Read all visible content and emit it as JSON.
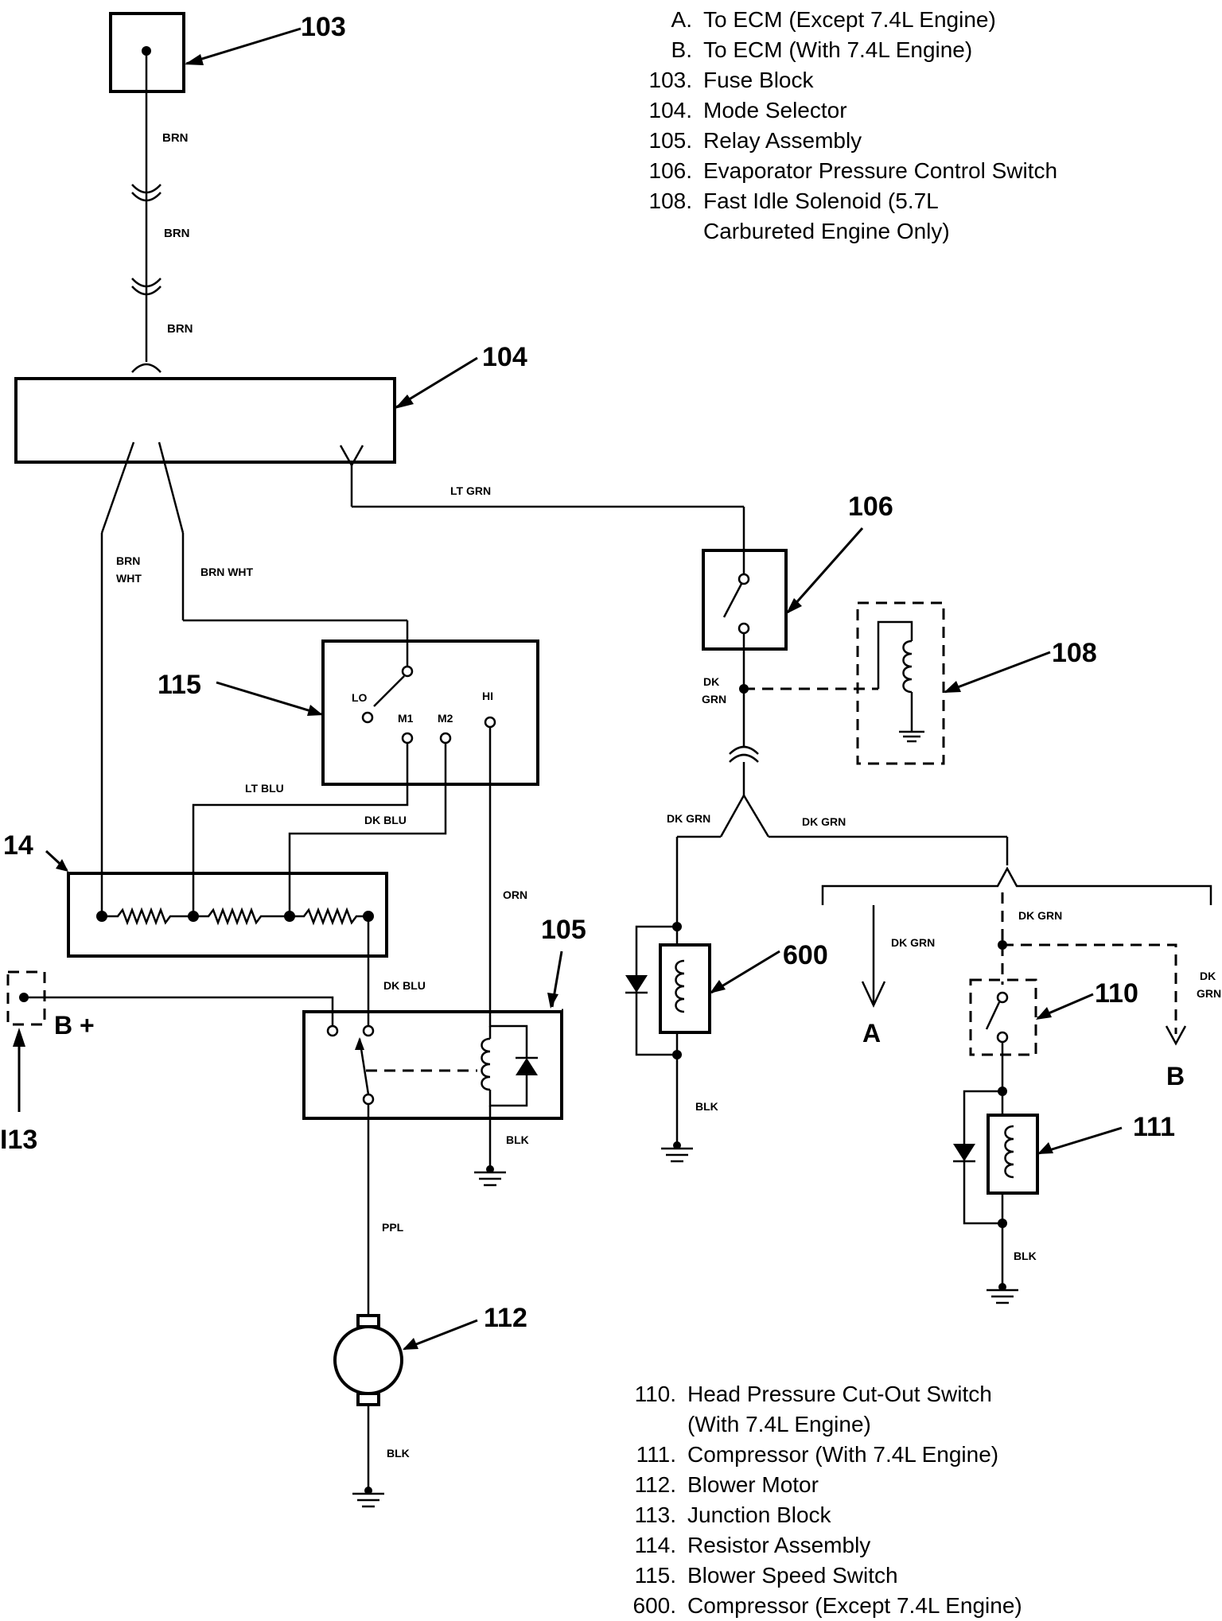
{
  "legend_top": [
    {
      "num": "A.",
      "text": "To ECM (Except 7.4L Engine)"
    },
    {
      "num": "B.",
      "text": "To ECM (With 7.4L Engine)"
    },
    {
      "num": "103.",
      "text": "Fuse Block"
    },
    {
      "num": "104.",
      "text": "Mode Selector"
    },
    {
      "num": "105.",
      "text": "Relay Assembly"
    },
    {
      "num": "106.",
      "text": "Evaporator Pressure Control Switch"
    },
    {
      "num": "108.",
      "text": "Fast Idle Solenoid (5.7L"
    },
    {
      "num": "",
      "text": "Carbureted Engine Only)"
    }
  ],
  "legend_bottom": [
    {
      "num": "110.",
      "text": "Head Pressure Cut-Out Switch"
    },
    {
      "num": "",
      "text": "(With 7.4L Engine)"
    },
    {
      "num": "111.",
      "text": "Compressor (With 7.4L Engine)"
    },
    {
      "num": "112.",
      "text": "Blower Motor"
    },
    {
      "num": "113.",
      "text": "Junction Block"
    },
    {
      "num": "114.",
      "text": "Resistor Assembly"
    },
    {
      "num": "115.",
      "text": "Blower Speed Switch"
    },
    {
      "num": "600.",
      "text": "Compressor (Except 7.4L Engine)"
    }
  ],
  "callouts": {
    "c103": "103",
    "c104": "104",
    "c106": "106",
    "c108": "108",
    "c115": "115",
    "c14": "14",
    "c105": "105",
    "c600": "600",
    "c110": "110",
    "c113": "I13",
    "c111": "111",
    "c112": "112"
  },
  "wires": {
    "brn1": "BRN",
    "brn2": "BRN",
    "brn3": "BRN",
    "brn_wht_a1": "BRN",
    "brn_wht_a2": "WHT",
    "brn_wht_b": "BRN WHT",
    "lt_grn": "LT GRN",
    "dk_grn_106_1": "DK",
    "dk_grn_106_2": "GRN",
    "lt_blu": "LT BLU",
    "dk_blu_top": "DK BLU",
    "orn": "ORN",
    "dk_blu_relay": "DK BLU",
    "dk_grn_left": "DK GRN",
    "dk_grn_right": "DK GRN",
    "dk_grn_a": "DK GRN",
    "dk_grn_110": "DK GRN",
    "dk_grn_b1": "DK",
    "dk_grn_b2": "GRN",
    "blk_600": "BLK",
    "blk_relay": "BLK",
    "blk_111": "BLK",
    "ppl": "PPL",
    "blk_112": "BLK"
  },
  "terminals": {
    "lo": "LO",
    "m1": "M1",
    "m2": "M2",
    "hi": "HI"
  },
  "markers": {
    "b_plus": "B +",
    "a": "A",
    "b": "B"
  }
}
